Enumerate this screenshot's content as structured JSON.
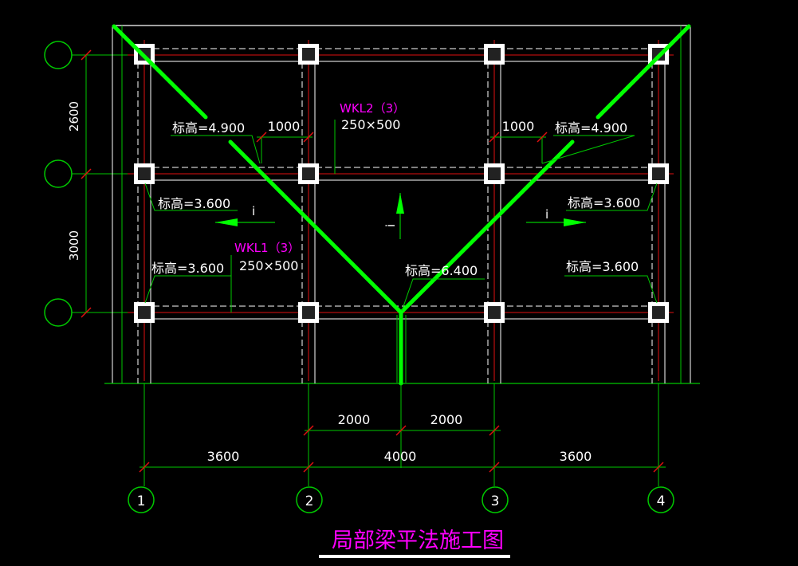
{
  "drawing": {
    "title": "局部梁平法施工图",
    "colors": {
      "background": "#000000",
      "axis_line": "#00c800",
      "grid_red": "#e01010",
      "beam_outline": "#ffffff",
      "ridge_green": "#00ff00",
      "annotation": "#ffffff",
      "beam_tag": "#ff00ff",
      "title": "#ff00ff",
      "dimension": "#ffffff"
    },
    "axis_x_labels": [
      "1",
      "2",
      "3",
      "4"
    ],
    "axis_y_labels": [
      "",
      "",
      ""
    ],
    "horizontal_dimensions_bottom": [
      "3600",
      "4000",
      "3600"
    ],
    "horizontal_dimensions_middle": [
      "2000",
      "2000"
    ],
    "vertical_dimensions_left": [
      "2600",
      "3000"
    ],
    "overhang_dimensions": [
      "1000",
      "1000"
    ],
    "beam_tags": {
      "wkl2": {
        "name": "WKL2（3）",
        "size": "250×500"
      },
      "wkl1": {
        "name": "WKL1（3）",
        "size": "250×500"
      }
    },
    "elevations": {
      "top_left": "标高=4.900",
      "top_right": "标高=4.900",
      "mid_left": "标高=3.600",
      "mid_right": "标高=3.600",
      "low_left": "标高=3.600",
      "low_right": "标高=3.600",
      "ridge": "标高=6.400"
    },
    "slope_marks": [
      "i",
      "i",
      "i"
    ]
  }
}
